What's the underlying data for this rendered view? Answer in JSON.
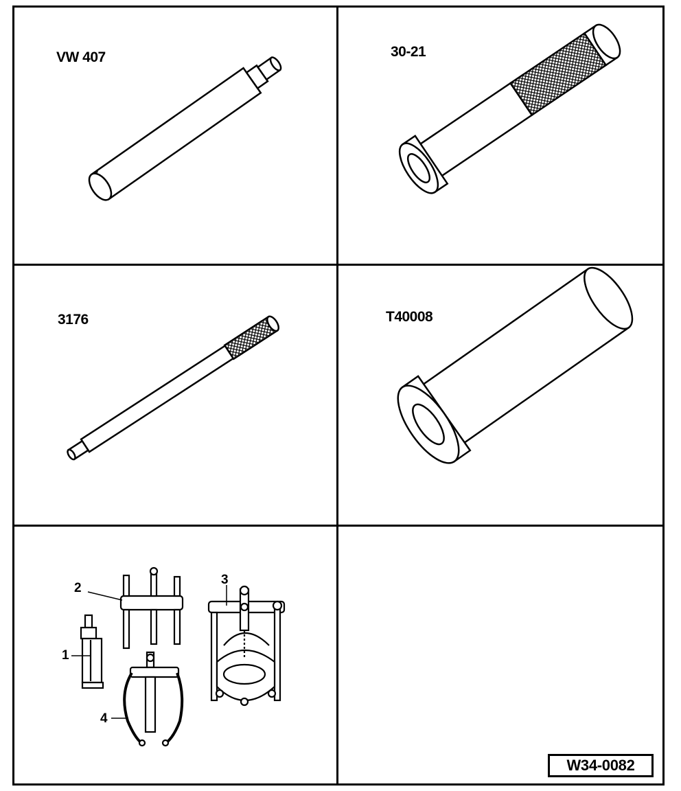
{
  "tools": {
    "top_left": {
      "label": "VW 407"
    },
    "top_right": {
      "label": "30-21"
    },
    "mid_left": {
      "label": "3176"
    },
    "mid_right": {
      "label": "T40008"
    }
  },
  "puller_set": {
    "parts": [
      {
        "number": "1"
      },
      {
        "number": "2"
      },
      {
        "number": "3"
      },
      {
        "number": "4"
      }
    ]
  },
  "reference": {
    "code": "W34-0082"
  }
}
